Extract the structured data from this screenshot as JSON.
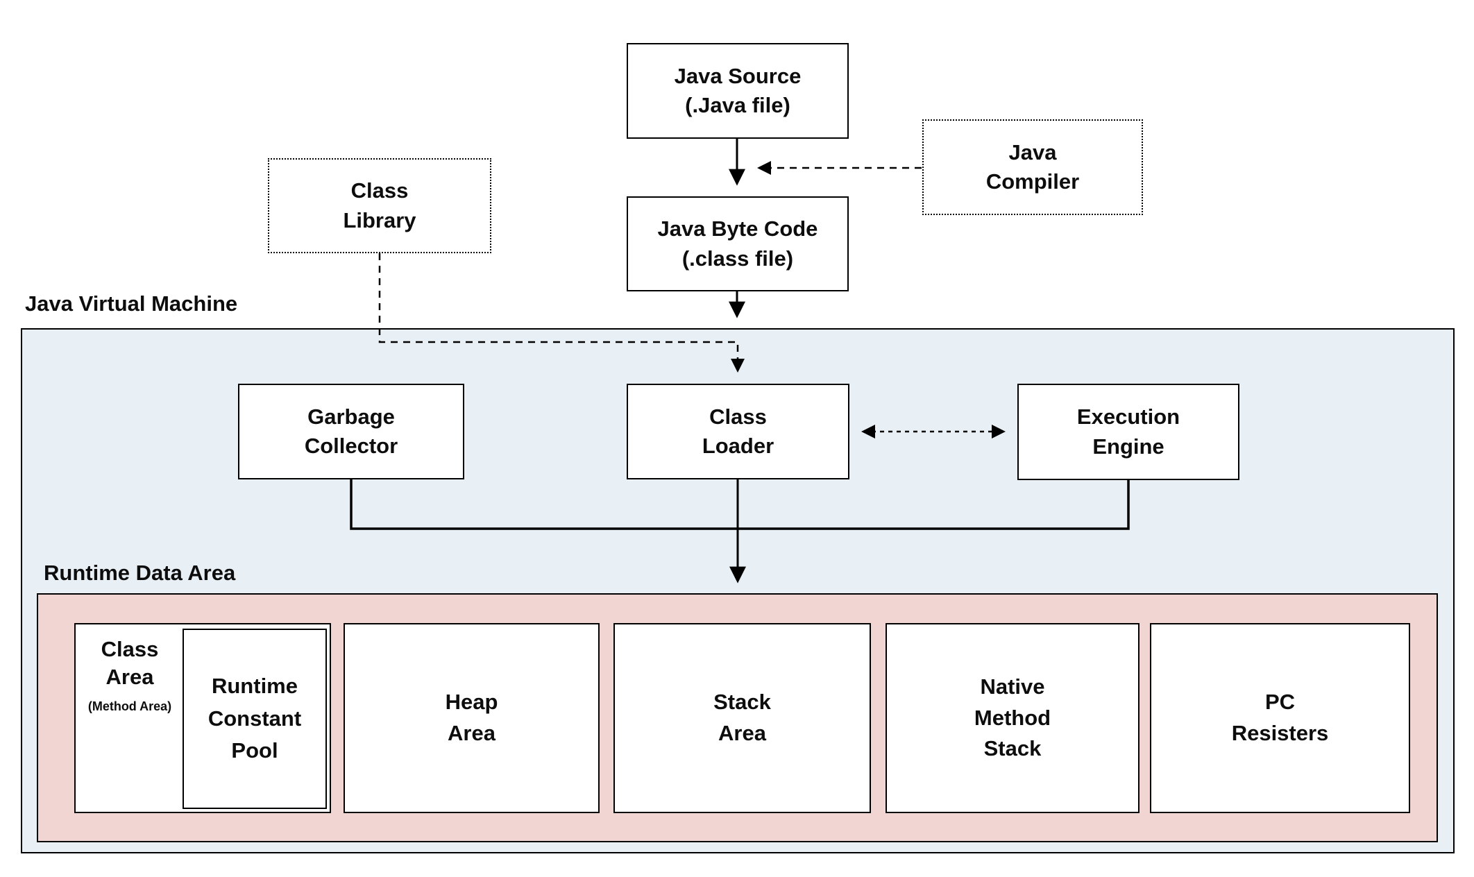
{
  "sections": {
    "jvm": {
      "label": "Java Virtual Machine",
      "bg": "#e8f0f6"
    },
    "runtime": {
      "label": "Runtime Data Area",
      "bg": "#f0d5d2"
    }
  },
  "nodes": {
    "java_source": "Java Source\n(.Java file)",
    "java_compiler": "Java\nCompiler",
    "java_byte_code": "Java Byte Code\n(.class file)",
    "class_library": "Class\nLibrary",
    "garbage_collector": "Garbage\nCollector",
    "class_loader": "Class\nLoader",
    "execution_engine": "Execution\nEngine",
    "class_area": {
      "title": "Class\nArea",
      "subtitle": "(Method Area)"
    },
    "runtime_constant_pool": "Runtime\nConstant\nPool",
    "heap_area": "Heap\nArea",
    "stack_area": "Stack\nArea",
    "native_method_stack": "Native\nMethod\nStack",
    "pc_registers": "PC\nResisters"
  },
  "colors": {
    "line": "#000000",
    "box_border": "#000000",
    "box_bg": "#ffffff"
  }
}
